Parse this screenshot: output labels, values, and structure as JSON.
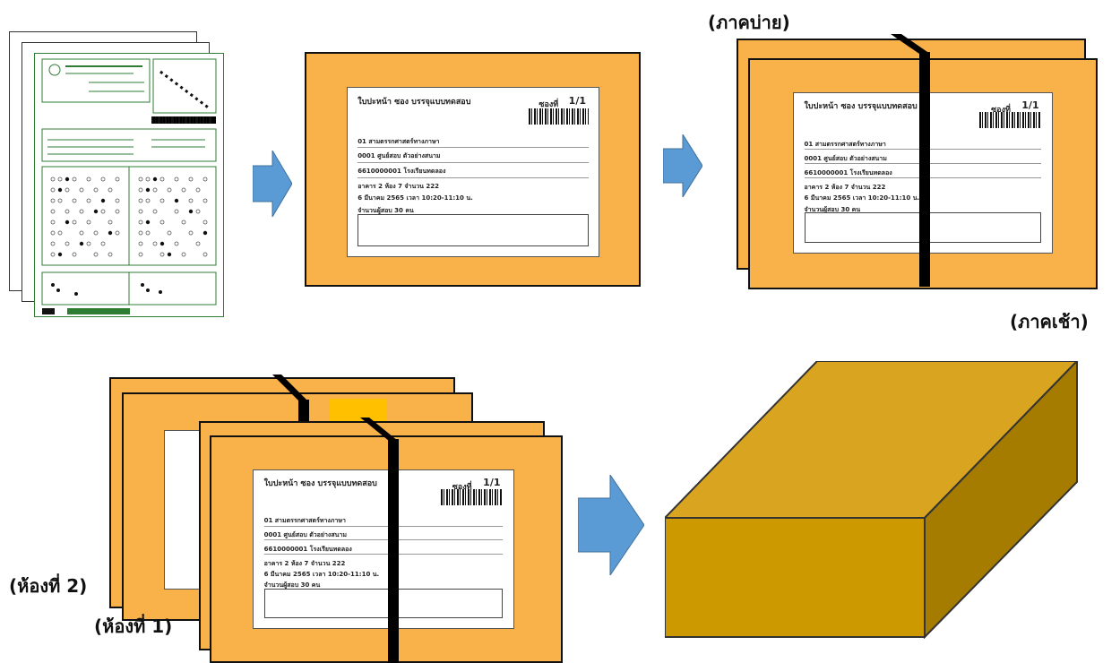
{
  "captions": {
    "afternoon": "(ภาคบ่าย)",
    "morning": "(ภาคเช้า)",
    "room2": "(ห้องที่ 2)",
    "room1": "(ห้องที่ 1)"
  },
  "envelope_label": {
    "title": "ใบปะหน้า ซอง บรรจุแบบทดสอบ",
    "envelope_prefix": "ซองที่",
    "envelope_number": "1/1",
    "subject": "01   สามตรรกศาสตร์ทางภาษา",
    "center": "0001   ศูนย์สอบ   ตัวอย่างสนาม",
    "school": "6610000001   โรงเรียนทดลอง",
    "room": "อาคาร 2   ห้อง 7   จำนวน 222",
    "date": "6 มีนาคม 2565   เวลา 10:20-11:10 น.",
    "count": "จำนวนผู้สอบ  30  คน"
  },
  "colors": {
    "panel": "#f9b24a",
    "arrow": "#5b9bd5",
    "box_front": "#cc9900",
    "box_top": "#d9a520",
    "box_side": "#a67c00",
    "tag": "#ffc000"
  }
}
